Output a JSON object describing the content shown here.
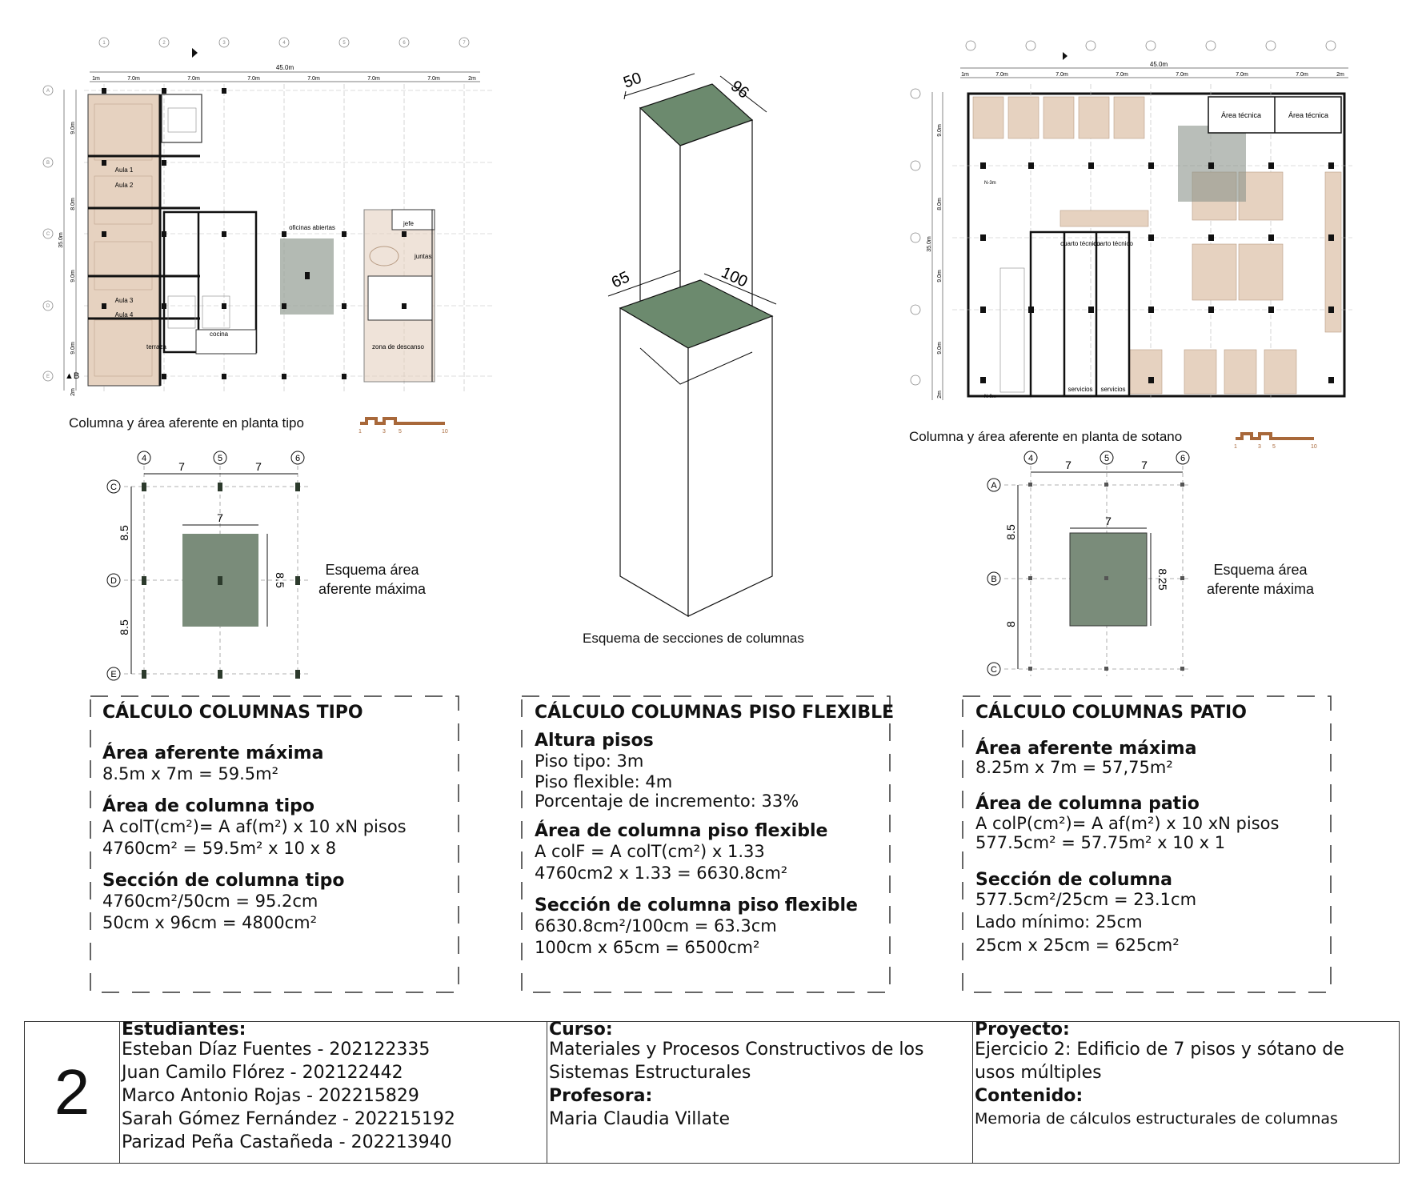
{
  "plans": {
    "tipo": {
      "caption": "Columna y área aferente en planta tipo",
      "total_dim": "45.0m",
      "bay_dims": [
        "1m",
        "7.0m",
        "7.0m",
        "7.0m",
        "7.0m",
        "7.0m",
        "7.0m",
        "2m"
      ],
      "side_dims": [
        "9.0m",
        "8.0m",
        "9.0m",
        "9.0m",
        "2m"
      ],
      "side_total": "35.0m",
      "grid_cols": [
        "1",
        "2",
        "3",
        "4",
        "5",
        "6",
        "7"
      ],
      "grid_rows": [
        "A",
        "B",
        "C",
        "D",
        "E"
      ],
      "rooms": [
        "Aula 1",
        "Aula 2",
        "Aula 3",
        "Aula 4",
        "oficinas abiertas",
        "jefe",
        "juntas",
        "cocina",
        "terraza",
        "zona de descanso"
      ],
      "scale_labels": [
        "1",
        "3",
        "5",
        "10"
      ]
    },
    "sotano": {
      "caption": "Columna y área aferente en planta de sotano",
      "total_dim": "45.0m",
      "bay_dims": [
        "1m",
        "7.0m",
        "7.0m",
        "7.0m",
        "7.0m",
        "7.0m",
        "7.0m",
        "2m"
      ],
      "side_dims": [
        "9.0m",
        "8.0m",
        "9.0m",
        "9.0m",
        "2m"
      ],
      "side_total": "35.0m",
      "rooms": [
        "Área técnica",
        "Área técnica",
        "cuarto técnico",
        "cuarto técnico",
        "servicios",
        "servicios"
      ],
      "level_labels": [
        "N-3m",
        "N-0m"
      ],
      "scale_labels": [
        "1",
        "3",
        "5",
        "10"
      ]
    }
  },
  "schemes": {
    "tipo": {
      "col_labels": [
        "4",
        "5",
        "6"
      ],
      "row_labels": [
        "C",
        "D",
        "E"
      ],
      "bay_x": [
        "7",
        "7"
      ],
      "bay_y": [
        "8.5",
        "8.5"
      ],
      "area_w": "7",
      "area_h": "8.5",
      "label_line1": "Esquema área",
      "label_line2": "aferente máxima"
    },
    "patio": {
      "col_labels": [
        "4",
        "5",
        "6"
      ],
      "row_labels": [
        "A",
        "B",
        "C"
      ],
      "bay_x": [
        "7",
        "7"
      ],
      "bay_y": [
        "8.5",
        "8"
      ],
      "area_w": "7",
      "area_h": "8.25",
      "label_line1": "Esquema área",
      "label_line2": "aferente máxima"
    }
  },
  "sections": {
    "caption": "Esquema de secciones de columnas",
    "top_dims": [
      "50",
      "96"
    ],
    "bottom_dims": [
      "65",
      "100"
    ]
  },
  "calc_tipo": {
    "title": "CÁLCULO COLUMNAS TIPO",
    "h1": "Área aferente máxima",
    "l1": "8.5m x 7m = 59.5m²",
    "h2": "Área de columna tipo",
    "l2": "A colT(cm²)= A af(m²) x 10 xN pisos",
    "l3": "4760cm² = 59.5m² x 10 x 8",
    "h3": "Sección de columna tipo",
    "l4": "4760cm²/50cm = 95.2cm",
    "l5": "50cm x 96cm = 4800cm²"
  },
  "calc_flexible": {
    "title": "CÁLCULO COLUMNAS PISO FLEXIBLE",
    "h1": "Altura pisos",
    "l1": "Piso tipo: 3m",
    "l2": "Piso flexible: 4m",
    "l3": "Porcentaje de incremento: 33%",
    "h2": "Área de columna piso flexible",
    "l4": "A colF = A colT(cm²) x 1.33",
    "l5": "4760cm2 x 1.33 = 6630.8cm²",
    "h3": "Sección de columna piso flexible",
    "l6": "6630.8cm²/100cm = 63.3cm",
    "l7": "100cm x 65cm = 6500cm²"
  },
  "calc_patio": {
    "title": "CÁLCULO COLUMNAS PATIO",
    "h1": "Área aferente máxima",
    "l1": "8.25m x 7m = 57,75m²",
    "h2": "Área de columna patio",
    "l2": "A colP(cm²)= A af(m²) x 10 xN pisos",
    "l3": "577.5cm² = 57.75m² x 10 x 1",
    "h3": "Sección de columna",
    "l4": "577.5cm²/25cm = 23.1cm",
    "l5": "Lado mínimo: 25cm",
    "l6": "25cm x 25cm = 625cm²"
  },
  "title_block": {
    "sheet_number": "2",
    "students_label": "Estudiantes:",
    "students": [
      "Esteban Díaz Fuentes - 202122335",
      "Juan Camilo Flórez - 202122442",
      "Marco Antonio Rojas - 202215829",
      "Sarah Gómez Fernández - 202215192",
      "Parizad Peña Castañeda - 202213940"
    ],
    "course_label": "Curso:",
    "course_line1": "Materiales y Procesos Constructivos de los",
    "course_line2": "Sistemas Estructurales",
    "professor_label": "Profesora:",
    "professor": "Maria Claudia Villate",
    "project_label": "Proyecto:",
    "project_line1": "Ejercicio 2: Edificio de 7 pisos y sótano de",
    "project_line2": "usos múltiples",
    "content_label": "Contenido:",
    "content": "Memoria de cálculos estructurales de columnas"
  },
  "colors": {
    "column_area_green": "#7a8c7a",
    "room_tan": "#e6d2c0",
    "scale_brown": "#a8683a",
    "line": "#333333"
  }
}
